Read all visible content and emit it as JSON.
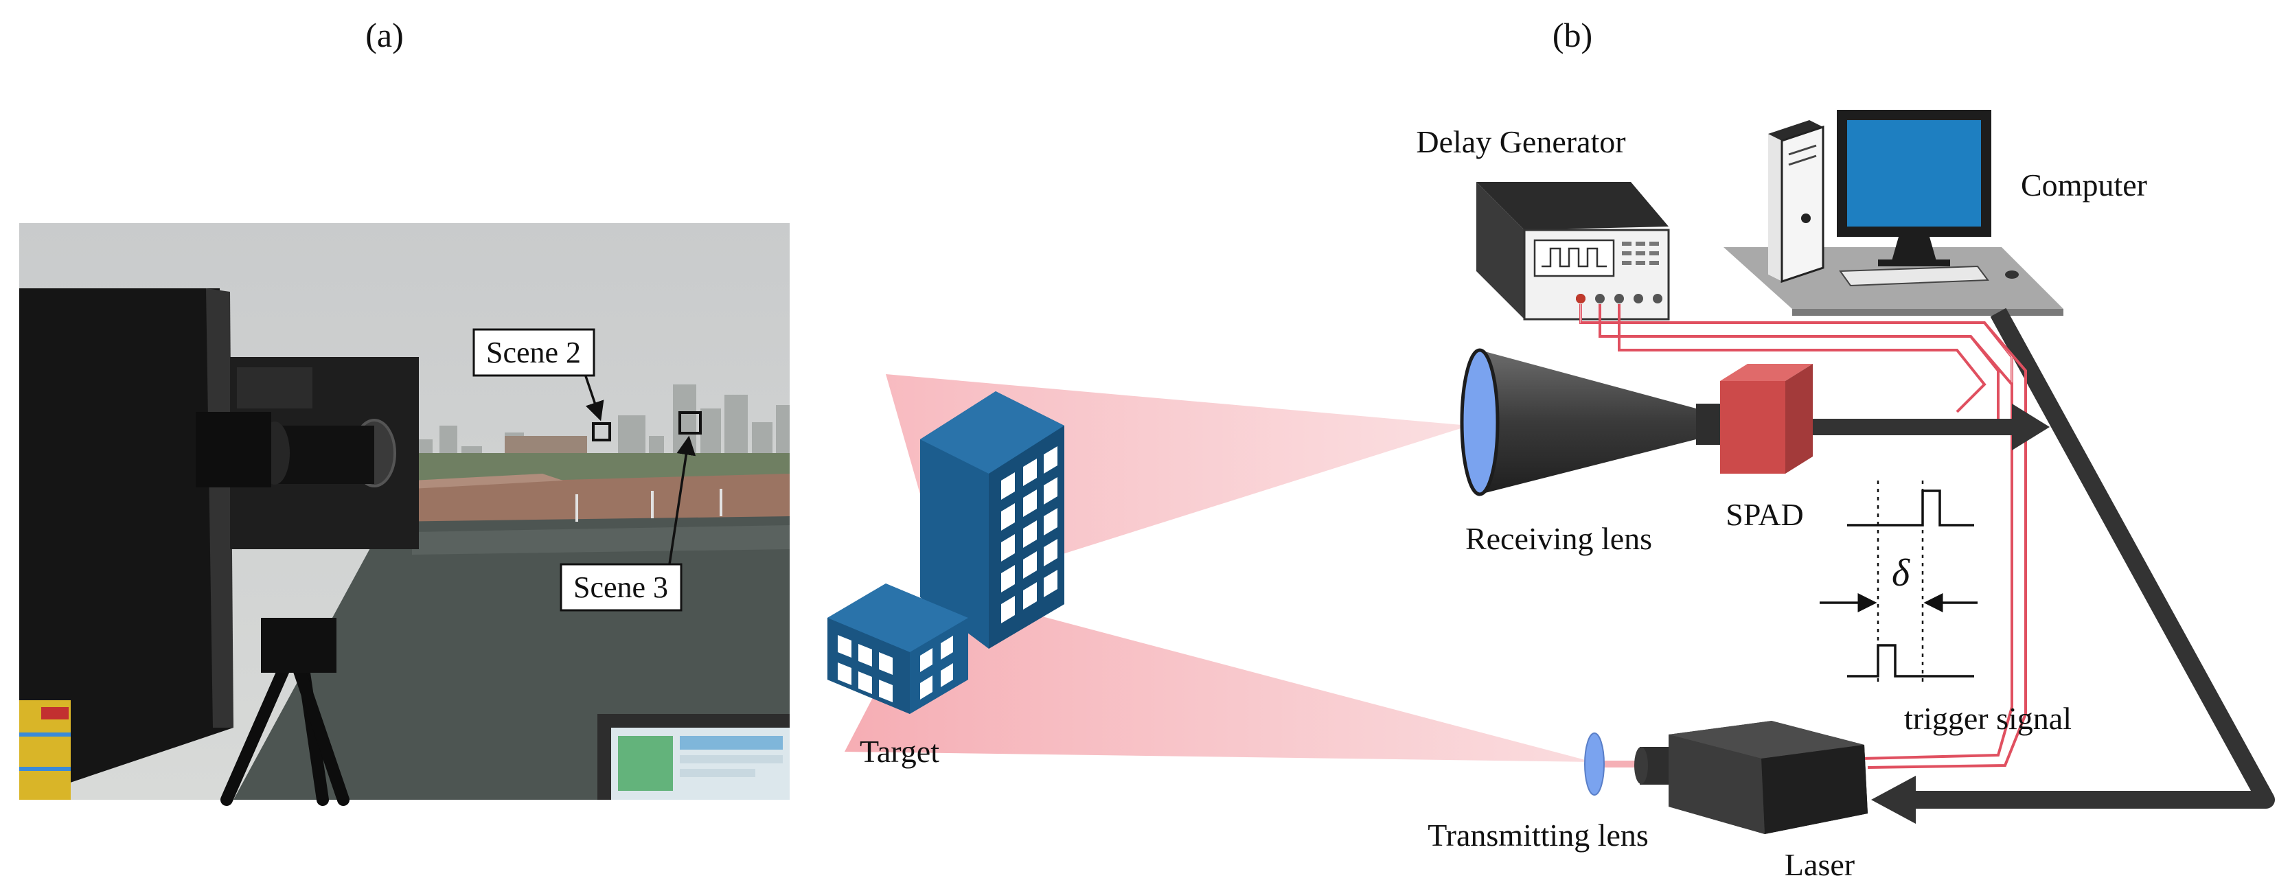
{
  "panel_a": {
    "label": "(a)",
    "callouts": {
      "scene2": "Scene 2",
      "scene3": "Scene 3"
    }
  },
  "panel_b": {
    "label": "(b)",
    "components": {
      "delay_generator": "Delay Generator",
      "computer": "Computer",
      "receiving_lens": "Receiving lens",
      "spad": "SPAD",
      "target": "Target",
      "transmitting_lens": "Transmitting lens",
      "laser": "Laser",
      "trigger_signal": "trigger signal",
      "delta_symbol": "δ"
    }
  },
  "colors": {
    "building": "#1c5d8e",
    "building_window": "#ffffff",
    "beam": "#f7b7bd",
    "signal_wire": "#e05060",
    "spad": "#cc4a4a",
    "lens": "#7aa3ef",
    "device_dark": "#4a4a4a",
    "monitor_screen": "#1e7fc1"
  }
}
